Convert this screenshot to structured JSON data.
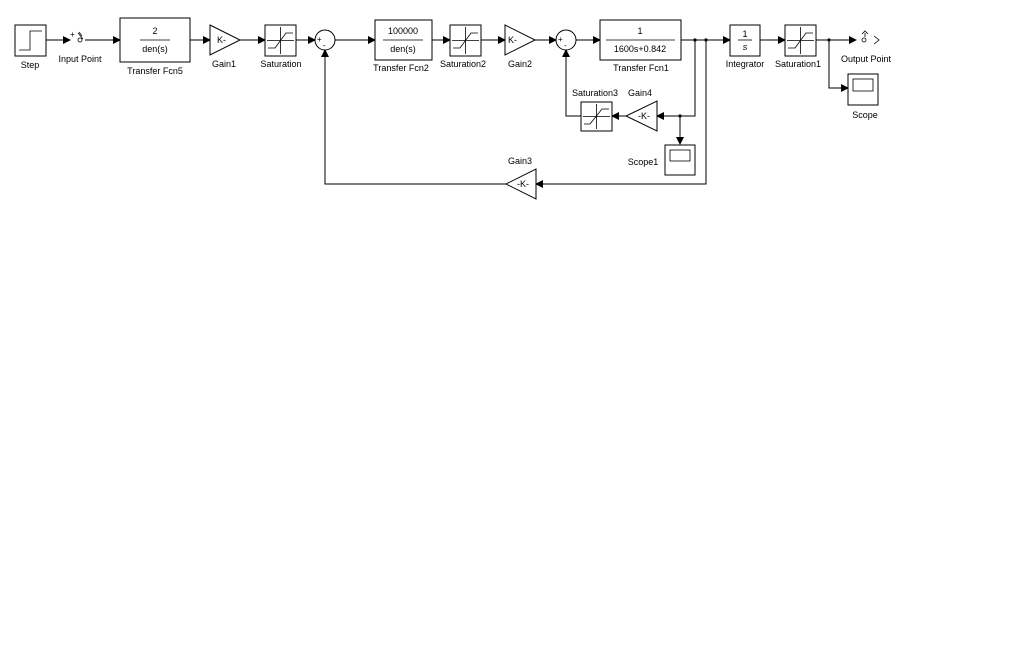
{
  "blocks": {
    "step": {
      "label": "Step"
    },
    "input_point": {
      "label": "Input Point",
      "signs": "+"
    },
    "tf5": {
      "label": "Transfer Fcn5",
      "numerator": "2",
      "denominator": "den(s)"
    },
    "gain1": {
      "label": "Gain1",
      "value": "K-"
    },
    "saturation": {
      "label": "Saturation"
    },
    "sum1": {
      "signs_top": "+",
      "signs_bottom": "-"
    },
    "tf2": {
      "label": "Transfer Fcn2",
      "numerator": "100000",
      "denominator": "den(s)"
    },
    "saturation2": {
      "label": "Saturation2"
    },
    "gain2": {
      "label": "Gain2",
      "value": "K-"
    },
    "sum2": {
      "signs_top": "+",
      "signs_bottom": "-"
    },
    "tf1": {
      "label": "Transfer Fcn1",
      "numerator": "1",
      "denominator": "1600s+0.842"
    },
    "integrator": {
      "label": "Integrator",
      "numerator": "1",
      "denominator": "s"
    },
    "saturation1": {
      "label": "Saturation1"
    },
    "output_point": {
      "label": "Output Point"
    },
    "scope": {
      "label": "Scope"
    },
    "saturation3": {
      "label": "Saturation3"
    },
    "gain4": {
      "label": "Gain4",
      "value": "-K-"
    },
    "scope1": {
      "label": "Scope1"
    },
    "gain3": {
      "label": "Gain3",
      "value": "-K-"
    }
  }
}
